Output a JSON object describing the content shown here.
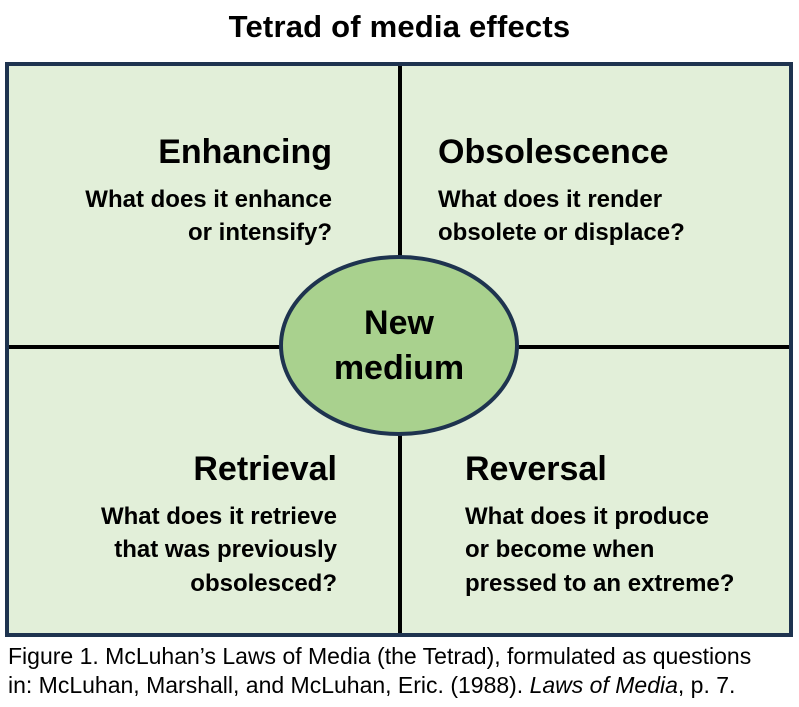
{
  "title": "Tetrad of media effects",
  "colors": {
    "page_background": "#ffffff",
    "quadrant_background": "#e2efd9",
    "ellipse_fill": "#a9d18e",
    "frame_border": "#1e334f",
    "divider": "#000000",
    "text": "#000000"
  },
  "quadrants": [
    {
      "id": "enhancing",
      "heading": "Enhancing",
      "question": "What does it enhance\nor intensify?"
    },
    {
      "id": "obsolescence",
      "heading": "Obsolescence",
      "question": "What does it render\nobsolete or displace?"
    },
    {
      "id": "retrieval",
      "heading": "Retrieval",
      "question": "What does it retrieve\nthat was previously\nobsolesced?"
    },
    {
      "id": "reversal",
      "heading": "Reversal",
      "question": "What does it produce\nor become when\npressed to an extreme?"
    }
  ],
  "center": {
    "label": "New\nmedium"
  },
  "caption": {
    "line1": "Figure 1. McLuhan’s Laws of Media (the Tetrad), formulated as questions",
    "line2_pre": "in: McLuhan, Marshall, and McLuhan, Eric. (1988). ",
    "line2_italic": "Laws of Media",
    "line2_post": ", p. 7."
  }
}
